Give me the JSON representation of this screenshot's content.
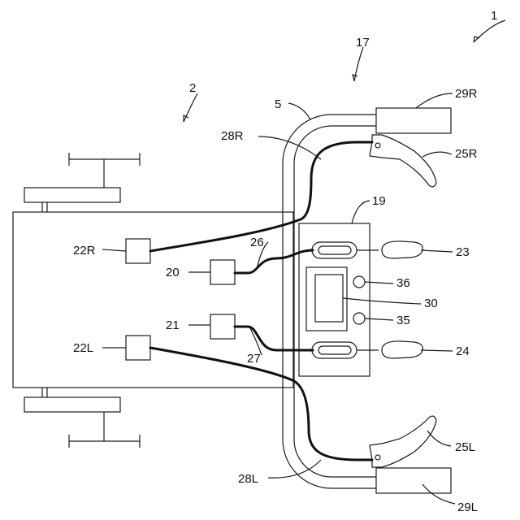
{
  "labels": {
    "l1": "1",
    "l2": "2",
    "l5": "5",
    "l17": "17",
    "l19": "19",
    "l20": "20",
    "l21": "21",
    "l22R": "22R",
    "l22L": "22L",
    "l23": "23",
    "l24": "24",
    "l25R": "25R",
    "l25L": "25L",
    "l26": "26",
    "l27": "27",
    "l28R": "28R",
    "l28L": "28L",
    "l29R": "29R",
    "l29L": "29L",
    "l30": "30",
    "l35": "35",
    "l36": "36"
  }
}
